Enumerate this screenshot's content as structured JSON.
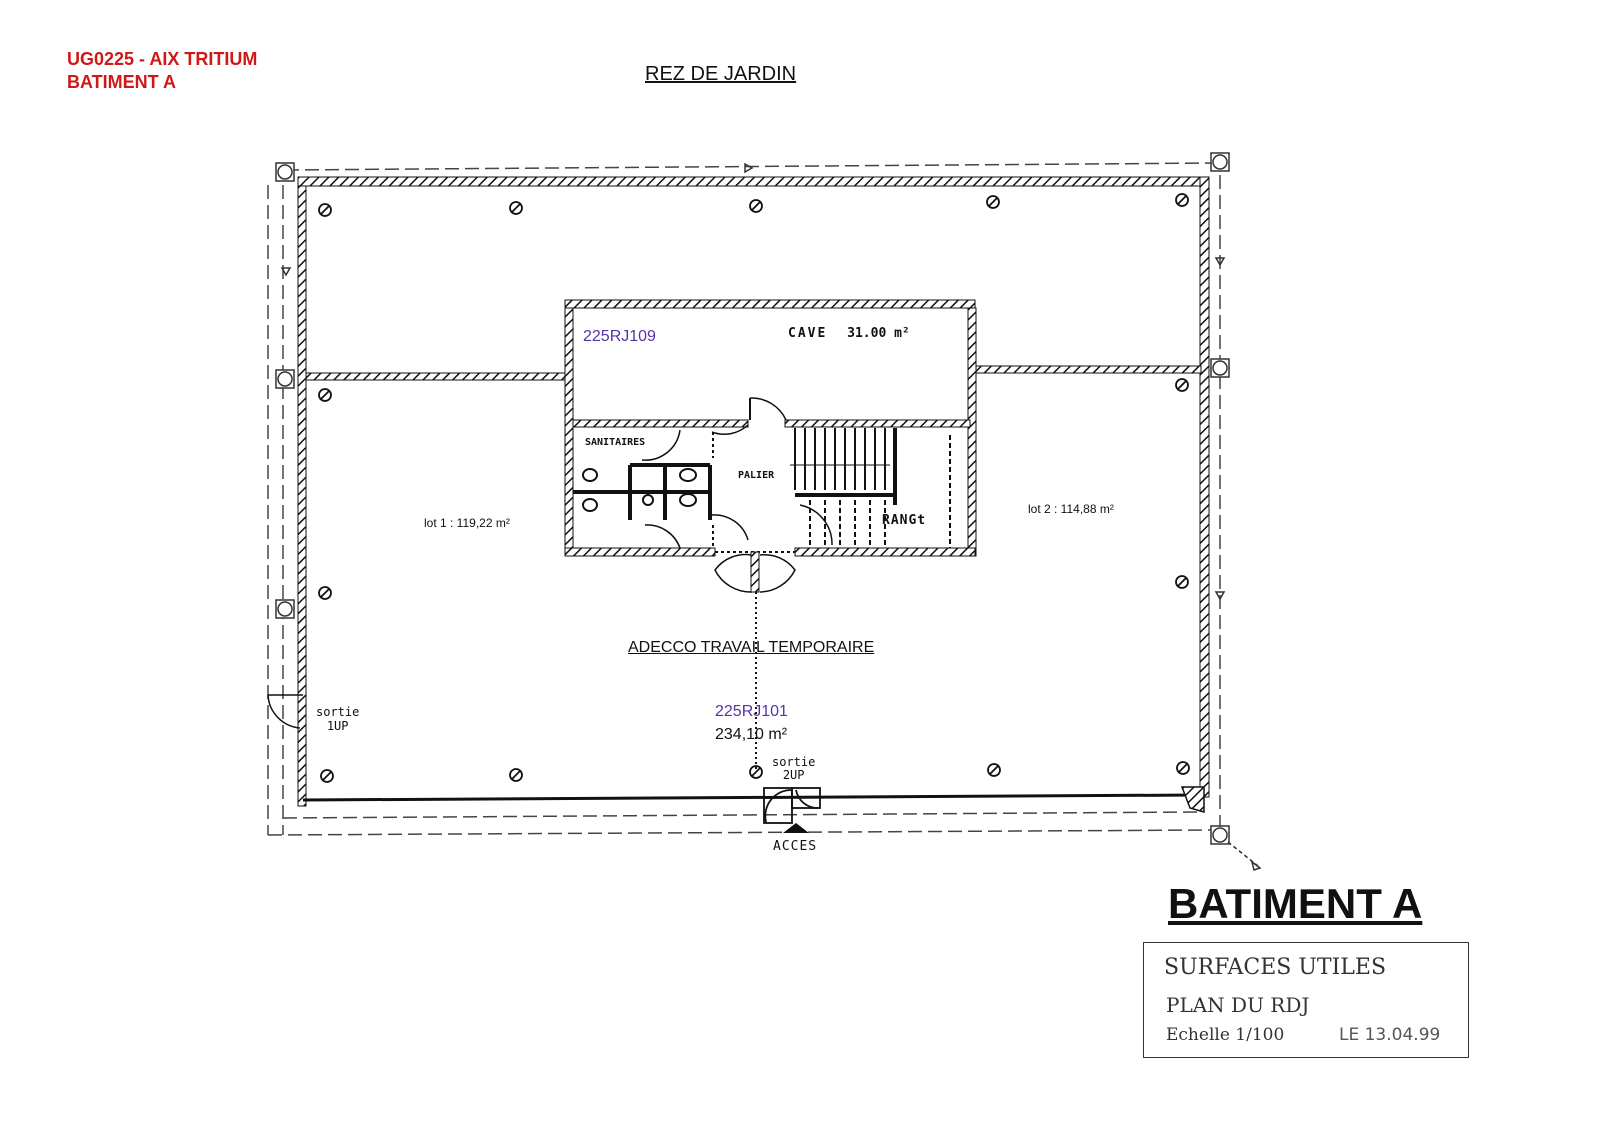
{
  "header": {
    "project_line": "UG0225 - AIX TRITIUM",
    "building_line": "BATIMENT A"
  },
  "floor_title": "REZ DE JARDIN",
  "rooms": {
    "cave": {
      "id": "225RJ109",
      "label": "CAVE",
      "area": "31.00 m²"
    },
    "sanitaires": {
      "label": "SANITAIRES"
    },
    "palier": {
      "label": "PALIER"
    },
    "rangement": {
      "label": "RANGt"
    },
    "lot1": {
      "label": "lot 1 : 119,22 m²"
    },
    "lot2": {
      "label": "lot 2 : 114,88 m²"
    },
    "main": {
      "tenant": "ADECCO TRAVAIL TEMPORAIRE",
      "id": "225RJ101",
      "area": "234,10 m²"
    }
  },
  "exits": {
    "exit1": {
      "line1": "sortie",
      "line2": "1UP"
    },
    "exit2": {
      "line1": "sortie",
      "line2": "2UP"
    },
    "access": "ACCES"
  },
  "building_title": "BATIMENT A",
  "cartouche": {
    "line1": "SURFACES UTILES",
    "line2": "PLAN DU RDJ",
    "scale": "Echelle 1/100",
    "date": "LE 13.04.99"
  },
  "colors": {
    "header_red": "#d01818",
    "room_id_purple": "#5533aa",
    "ink": "#111111"
  }
}
